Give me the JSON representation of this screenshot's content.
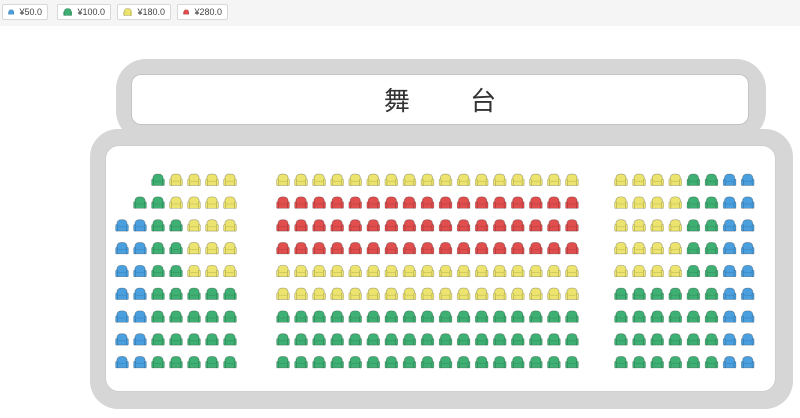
{
  "legend": [
    {
      "price": "¥50.0",
      "color": "#4a9fdf",
      "level": "A"
    },
    {
      "price": "¥100.0",
      "color": "#3fb073",
      "level": "B"
    },
    {
      "price": "¥180.0",
      "color": "#ece46e",
      "level": "C"
    },
    {
      "price": "¥280.0",
      "color": "#e04e4e",
      "level": "D"
    }
  ],
  "stage": {
    "title": "舞 台"
  },
  "seat_icon": "armchair-seat-icon",
  "seat_rows": [
    {
      "left": "..BCCCC",
      "center": "CCCCCCCCCCCCCCCCC",
      "right": "CCCCBBAA"
    },
    {
      "left": ".BBCCCC",
      "center": "DDDDDDDDDDDDDDDDD",
      "right": "CCCCBBAA"
    },
    {
      "left": "AABBCCC",
      "center": "DDDDDDDDDDDDDDDDD",
      "right": "CCCCBBAA"
    },
    {
      "left": "AABBCCC",
      "center": "DDDDDDDDDDDDDDDDD",
      "right": "CCCCBBAA"
    },
    {
      "left": "AABBCCC",
      "center": "CCCCCCCCCCCCCCCCC",
      "right": "CCCCBBAA"
    },
    {
      "left": "AABBBBB",
      "center": "CCCCCCCCCCCCCCCCC",
      "right": "BBBBBBAA"
    },
    {
      "left": "AABBBBB",
      "center": "BBBBBBBBBBBBBBBBB",
      "right": "BBBBBBAA"
    },
    {
      "left": "AABBBBB",
      "center": "BBBBBBBBBBBBBBBBB",
      "right": "BBBBBBAA"
    },
    {
      "left": "AABBBBB",
      "center": "BBBBBBBBBBBBBBBBB",
      "right": "BBBBBBAA"
    }
  ]
}
